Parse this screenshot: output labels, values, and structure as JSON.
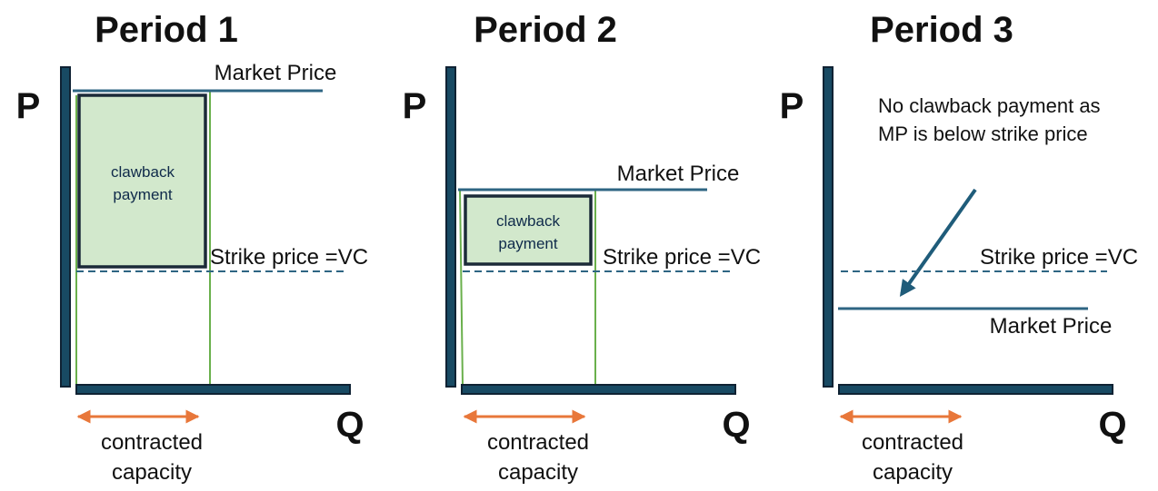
{
  "colors": {
    "axis_fill": "#184a63",
    "axis_stroke": "#0f2233",
    "market_price_line": "#2e6583",
    "strike_price_line": "#2e6583",
    "clawback_fill": "#d2e8cc",
    "clawback_border": "#1b2a38",
    "guide_line": "#6ab04c",
    "capacity_arrow": "#e8773a",
    "note_arrow": "#1f5c7a"
  },
  "panels": [
    {
      "title": "Period 1",
      "y_axis_label": "P",
      "x_axis_label": "Q",
      "market_price_label": "Market Price",
      "strike_price_label": "Strike price =VC",
      "clawback_label_line1": "clawback",
      "clawback_label_line2": "payment",
      "capacity_label_line1": "contracted",
      "capacity_label_line2": "capacity"
    },
    {
      "title": "Period 2",
      "y_axis_label": "P",
      "x_axis_label": "Q",
      "market_price_label": "Market Price",
      "strike_price_label": "Strike price =VC",
      "clawback_label_line1": "clawback",
      "clawback_label_line2": "payment",
      "capacity_label_line1": "contracted",
      "capacity_label_line2": "capacity"
    },
    {
      "title": "Period 3",
      "y_axis_label": "P",
      "x_axis_label": "Q",
      "market_price_label": "Market Price",
      "strike_price_label": "Strike price =VC",
      "note_line1": "No clawback payment as",
      "note_line2": "MP is below strike price",
      "capacity_label_line1": "contracted",
      "capacity_label_line2": "capacity"
    }
  ]
}
